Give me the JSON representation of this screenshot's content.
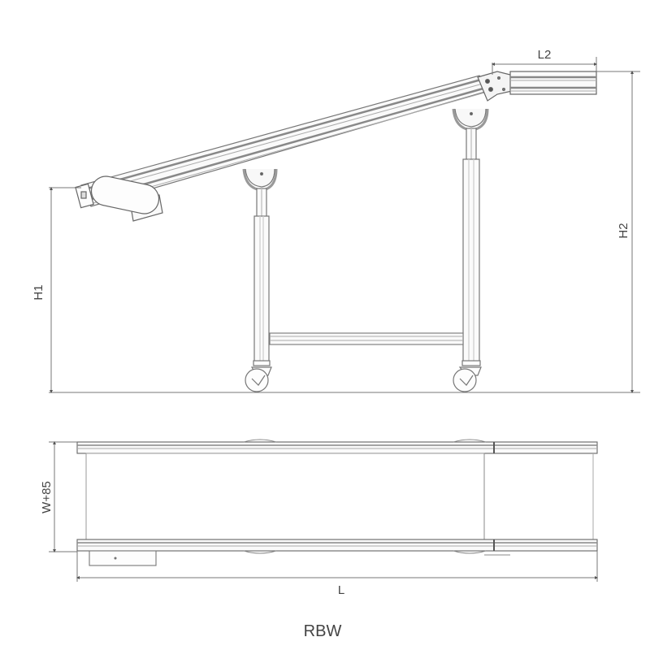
{
  "title": "RBW",
  "side_view": {
    "dimensions": {
      "h1": "H1",
      "h2": "H2",
      "l2": "L2"
    },
    "components": [
      "inclined-belt-frame",
      "horizontal-top-section",
      "tail-pulley-motor",
      "support-leg-front",
      "support-leg-rear",
      "cross-brace",
      "caster-wheel-front",
      "caster-wheel-rear"
    ]
  },
  "top_view": {
    "dimensions": {
      "width": "W+85",
      "length": "L"
    },
    "components": [
      "side-rail-top",
      "side-rail-bottom",
      "belt-area",
      "motor-box"
    ]
  },
  "colors": {
    "line": "#555555",
    "light_line": "#999999",
    "dim_line": "#777777",
    "text": "#444444"
  }
}
